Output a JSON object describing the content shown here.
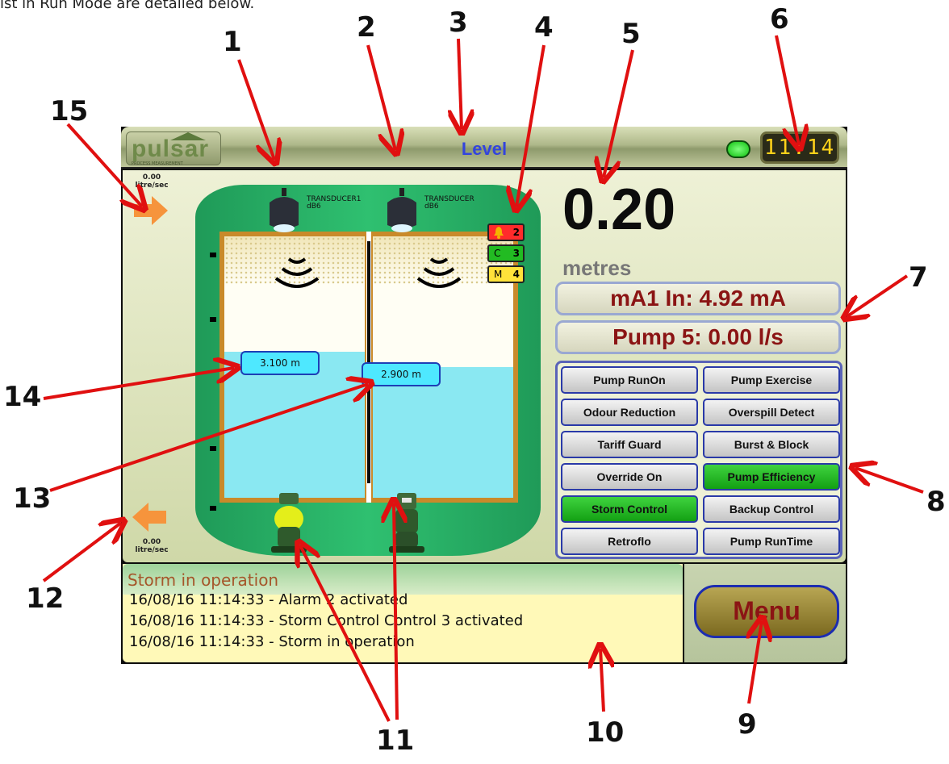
{
  "doc_text": "ist in Run Mode are detailed below.",
  "header": {
    "logo": "pulsar",
    "logo_sub": "PROCESS MEASUREMENT",
    "title": "Level",
    "clock": "11:14"
  },
  "flows": {
    "top": {
      "value": "0.00",
      "unit": "litre/sec"
    },
    "bottom": {
      "value": "0.00",
      "unit": "litre/sec"
    }
  },
  "transducers": [
    {
      "name": "TRANSDUCER1",
      "sub": "dB6"
    },
    {
      "name": "TRANSDUCER",
      "sub": "dB6"
    }
  ],
  "levels": {
    "left": "3.100 m",
    "right": "2.900 m",
    "left_fill": 0.56,
    "right_fill": 0.5
  },
  "badges": [
    {
      "icon": "bell-icon",
      "value": "2",
      "color": "#ff2b2b"
    },
    {
      "label": "C",
      "value": "3",
      "color": "#22bb22"
    },
    {
      "label": "M",
      "value": "4",
      "color": "#ffe23a"
    }
  ],
  "reading": {
    "value": "0.20",
    "units": "metres"
  },
  "info_pills": [
    "mA1 In: 4.92 mA",
    "Pump 5: 0.00 l/s"
  ],
  "buttons": [
    {
      "label": "Pump RunOn",
      "active": false
    },
    {
      "label": "Pump Exercise",
      "active": false
    },
    {
      "label": "Odour Reduction",
      "active": false
    },
    {
      "label": "Overspill Detect",
      "active": false
    },
    {
      "label": "Tariff Guard",
      "active": false
    },
    {
      "label": "Burst & Block",
      "active": false
    },
    {
      "label": "Override On",
      "active": false
    },
    {
      "label": "Pump Efficiency",
      "active": true
    },
    {
      "label": "Storm Control",
      "active": true
    },
    {
      "label": "Backup Control",
      "active": false
    },
    {
      "label": "Retroflo",
      "active": false
    },
    {
      "label": "Pump RunTime",
      "active": false
    }
  ],
  "status": "Storm in operation",
  "log": [
    "16/08/16 11:14:33 - Alarm 2 activated",
    "16/08/16 11:14:33 - Storm Control Control 3 activated",
    "16/08/16 11:14:33 - Storm in operation"
  ],
  "menu_label": "Menu",
  "annotations": [
    "1",
    "2",
    "3",
    "4",
    "5",
    "6",
    "7",
    "8",
    "9",
    "10",
    "11",
    "12",
    "13",
    "14",
    "15"
  ]
}
